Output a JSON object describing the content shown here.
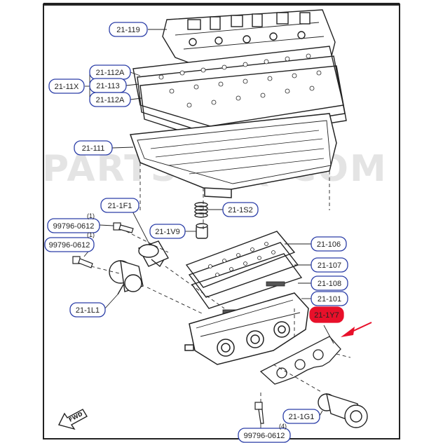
{
  "watermark": "PARTSOUQ.COM",
  "callouts": [
    {
      "id": "c-21-119",
      "text": "21-119",
      "highlight": false
    },
    {
      "id": "c-21-11x",
      "text": "21-11X",
      "highlight": false
    },
    {
      "id": "c-21-112a-top",
      "text": "21-112A",
      "highlight": false
    },
    {
      "id": "c-21-113",
      "text": "21-113",
      "highlight": false
    },
    {
      "id": "c-21-112a-bot",
      "text": "21-112A",
      "highlight": false
    },
    {
      "id": "c-21-111",
      "text": "21-111",
      "highlight": false
    },
    {
      "id": "c-21-1f1",
      "text": "21-1F1",
      "highlight": false
    },
    {
      "id": "c-21-1s2",
      "text": "21-1S2",
      "highlight": false
    },
    {
      "id": "c-99796-top",
      "text": "99796-0612",
      "highlight": false
    },
    {
      "id": "c-21-1v9",
      "text": "21-1V9",
      "highlight": false
    },
    {
      "id": "c-99796-mid",
      "text": "99796-0612",
      "highlight": false
    },
    {
      "id": "c-21-106",
      "text": "21-106",
      "highlight": false
    },
    {
      "id": "c-21-107",
      "text": "21-107",
      "highlight": false
    },
    {
      "id": "c-21-108",
      "text": "21-108",
      "highlight": false
    },
    {
      "id": "c-21-101",
      "text": "21-101",
      "highlight": false
    },
    {
      "id": "c-21-1l1",
      "text": "21-1L1",
      "highlight": false
    },
    {
      "id": "c-highlight",
      "text": "21-1Y7",
      "highlight": true
    },
    {
      "id": "c-21-1g1",
      "text": "21-1G1",
      "highlight": false
    },
    {
      "id": "c-99796-bot",
      "text": "99796-0612",
      "highlight": false
    }
  ],
  "quantities": [
    {
      "id": "q-top",
      "text": "(1)"
    },
    {
      "id": "q-mid",
      "text": "(1)"
    },
    {
      "id": "q-bot",
      "text": "(4)"
    }
  ],
  "fwd_label": "FWD",
  "colors": {
    "callout_border": "#2c3fa8",
    "highlight_fill": "#e8102a",
    "arrow": "#e8102a",
    "line": "#222222"
  }
}
